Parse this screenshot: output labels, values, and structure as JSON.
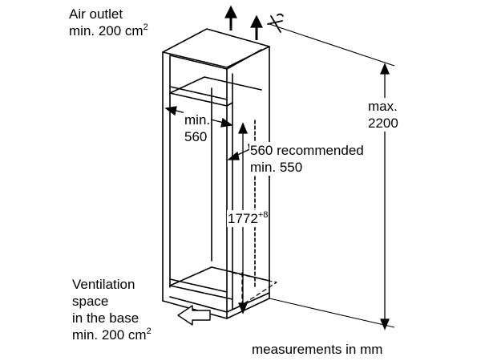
{
  "labels": {
    "air_outlet_line1": "Air outlet",
    "air_outlet_line2": "min. 200 cm",
    "air_outlet_exp": "2",
    "max_line1": "max.",
    "max_line2": "2200",
    "min560_line1": "min.",
    "min560_line2": "560",
    "recommended": "560 recommended",
    "min550": "min. 550",
    "height": "1772",
    "height_tol": "+8",
    "vent_line1": "Ventilation",
    "vent_line2": "space",
    "vent_line3": "in the base",
    "vent_line4": "min. 200 cm",
    "vent_exp": "2",
    "units": "measurements in mm"
  },
  "colors": {
    "ink": "#000000",
    "hatch": "#444444",
    "background": "#ffffff"
  },
  "icons": {
    "air_arrows": "arrow-up-icon",
    "fan": "fan-icon",
    "inflow": "arrow-right-icon"
  }
}
